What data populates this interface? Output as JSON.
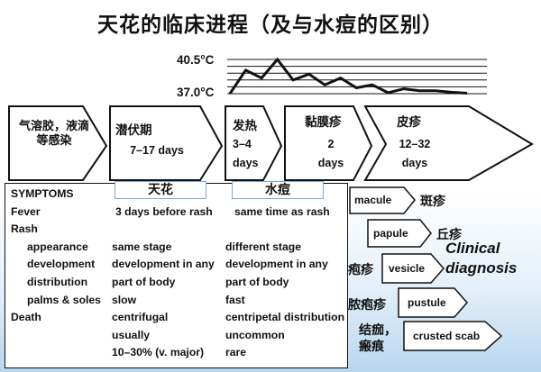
{
  "title": "天花的临床进程（及与水痘的区别）",
  "chart": {
    "labels": [
      "40.5°C",
      "37.0°C"
    ],
    "temps": [
      37.0,
      39.4,
      38.6,
      40.5,
      38.4,
      39.0,
      37.9,
      38.6,
      37.6,
      37.9,
      37.1,
      37.5,
      37.3,
      37.3,
      37.15,
      37.05
    ]
  },
  "stages": [
    {
      "name": "气溶胶，液滴等感染",
      "sub": ""
    },
    {
      "name": "潜伏期",
      "sub": "7–17 days"
    },
    {
      "name": "发热",
      "sub": "3–4 days"
    },
    {
      "name": "黏膜疹",
      "sub": "2 days"
    },
    {
      "name": "皮疹",
      "sub": "12–32 days"
    }
  ],
  "table": {
    "headers": {
      "smallpox": "天花",
      "chickenpox": "水痘"
    },
    "rows": [
      {
        "label": "SYMPTOMS",
        "smallpox": "",
        "chickenpox": ""
      },
      {
        "label": "Fever",
        "smallpox": "3 days before rash",
        "chickenpox": "same time as rash"
      },
      {
        "label": "Rash",
        "smallpox": "",
        "chickenpox": ""
      },
      {
        "label": "appearance",
        "smallpox": "same stage",
        "chickenpox": "different stage"
      },
      {
        "label": "development",
        "smallpox": "development in any",
        "chickenpox": "development in any"
      },
      {
        "label": "distribution",
        "smallpox": "part of body",
        "chickenpox": "part of body"
      },
      {
        "label": "palms & soles",
        "smallpox": "slow",
        "chickenpox": "fast"
      },
      {
        "label": "Death",
        "smallpox": "centrifugal",
        "chickenpox": "centripetal distribution"
      },
      {
        "label": "",
        "smallpox": "usually",
        "chickenpox": "uncommon"
      },
      {
        "label": "",
        "smallpox": "10–30% (v. major)",
        "chickenpox": "rare"
      }
    ]
  },
  "lesions": [
    {
      "en": "macule",
      "zh": "斑疹"
    },
    {
      "en": "papule",
      "zh": "丘疹"
    },
    {
      "en": "vesicle",
      "zh": "疱疹"
    },
    {
      "en": "pustule",
      "zh": "脓疱疹"
    },
    {
      "en": "crusted scab",
      "zh": "结痂，瘢痕"
    }
  ],
  "clinical_diagnosis": "Clinical diagnosis"
}
